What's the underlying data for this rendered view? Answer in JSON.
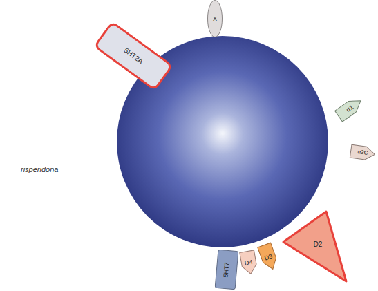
{
  "diagram": {
    "nodes": [
      {
        "text": [
          "5HT2A"
        ]
      },
      {
        "text": [
          "X"
        ]
      },
      {
        "text": [
          "α1"
        ]
      },
      {
        "text": [
          "α2C"
        ]
      },
      {
        "text": [
          "D2"
        ]
      },
      {
        "text": [
          "D3"
        ]
      },
      {
        "text": [
          "D4"
        ]
      },
      {
        "text": [
          "5HT7"
        ]
      }
    ],
    "labels": [
      "risperidona"
    ]
  }
}
